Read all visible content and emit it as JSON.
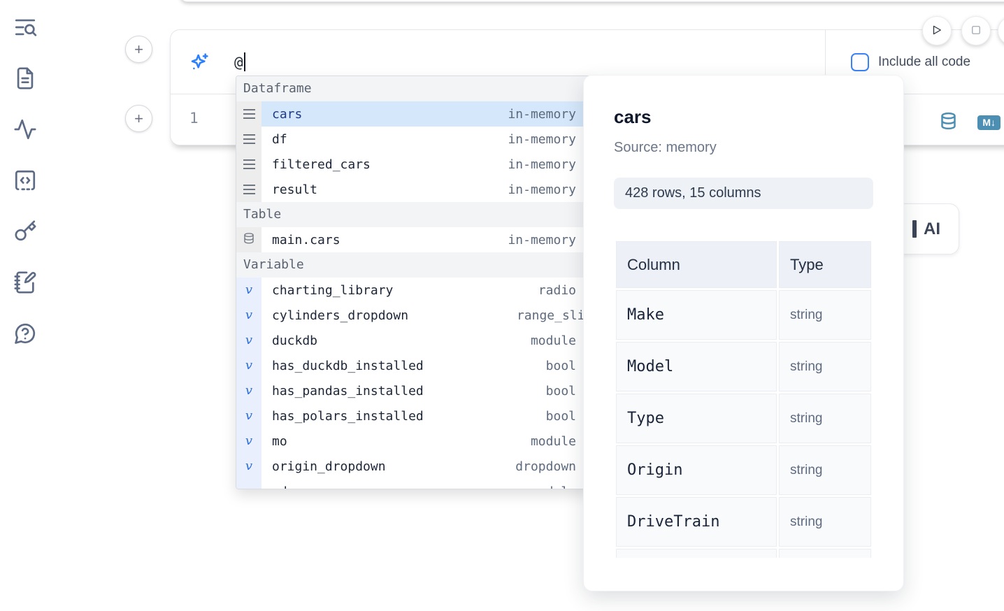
{
  "colors": {
    "accent_blue": "#2b7fff",
    "selection_bg": "#d5e8fb",
    "steel_blue": "#4d8fb3",
    "sidebar_icon": "#5d6b85"
  },
  "sidebar": {
    "icons": [
      "text-search-icon",
      "file-text-icon",
      "activity-icon",
      "code-square-dashed-icon",
      "key-icon",
      "notebook-pen-icon",
      "help-message-icon"
    ]
  },
  "add_cell_buttons": {
    "label": "+"
  },
  "run_controls": {
    "run_icon": "play-icon",
    "stop_icon": "stop-square-icon"
  },
  "ai_prompt": {
    "value": "@",
    "include_all_code_label": "Include all code",
    "include_all_code_checked": false,
    "sparkles_icon": "sparkles-icon"
  },
  "code_cell": {
    "line_number": "1",
    "database_icon": "database-icon",
    "markdown_badge": "M↓"
  },
  "ai_button": {
    "visible_label": "AI"
  },
  "autocomplete": {
    "sections": [
      {
        "label": "Dataframe",
        "kind": "dataframe",
        "items": [
          {
            "name": "cars",
            "detail": "in-memory",
            "selected": true
          },
          {
            "name": "df",
            "detail": "in-memory"
          },
          {
            "name": "filtered_cars",
            "detail": "in-memory"
          },
          {
            "name": "result",
            "detail": "in-memory"
          }
        ]
      },
      {
        "label": "Table",
        "kind": "table",
        "items": [
          {
            "name": "main.cars",
            "detail": "in-memory"
          }
        ]
      },
      {
        "label": "Variable",
        "kind": "variable",
        "items": [
          {
            "name": "charting_library",
            "detail": "radio"
          },
          {
            "name": "cylinders_dropdown",
            "detail": "range_slider",
            "detail_overflows": true
          },
          {
            "name": "duckdb",
            "detail": "module"
          },
          {
            "name": "has_duckdb_installed",
            "detail": "bool"
          },
          {
            "name": "has_pandas_installed",
            "detail": "bool"
          },
          {
            "name": "has_polars_installed",
            "detail": "bool"
          },
          {
            "name": "mo",
            "detail": "module"
          },
          {
            "name": "origin_dropdown",
            "detail": "dropdown"
          },
          {
            "name": "pd",
            "detail": "module",
            "partial": true
          }
        ]
      }
    ]
  },
  "preview": {
    "title": "cars",
    "source": "Source: memory",
    "stats": "428 rows, 15 columns",
    "table": {
      "headers": [
        "Column",
        "Type"
      ],
      "rows": [
        [
          "Make",
          "string"
        ],
        [
          "Model",
          "string"
        ],
        [
          "Type",
          "string"
        ],
        [
          "Origin",
          "string"
        ],
        [
          "DriveTrain",
          "string"
        ],
        [
          "",
          ""
        ]
      ]
    }
  }
}
